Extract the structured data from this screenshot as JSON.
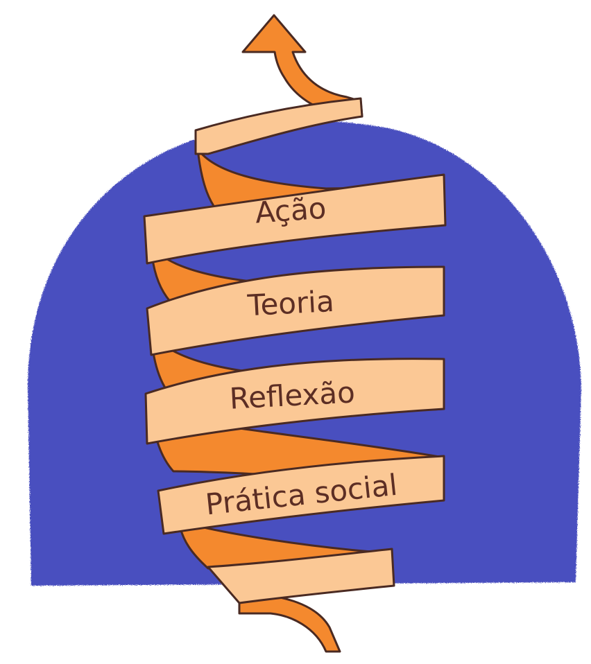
{
  "diagram": {
    "labels": [
      "Ação",
      "Teoria",
      "Reflexão",
      "Prática social"
    ]
  },
  "colors": {
    "background": "#ffffff",
    "dome": "#4a4fbf",
    "ribbon_front": "#fbc895",
    "ribbon_back": "#f4892e",
    "outline": "#4a2a22",
    "text": "#5c2e24"
  }
}
